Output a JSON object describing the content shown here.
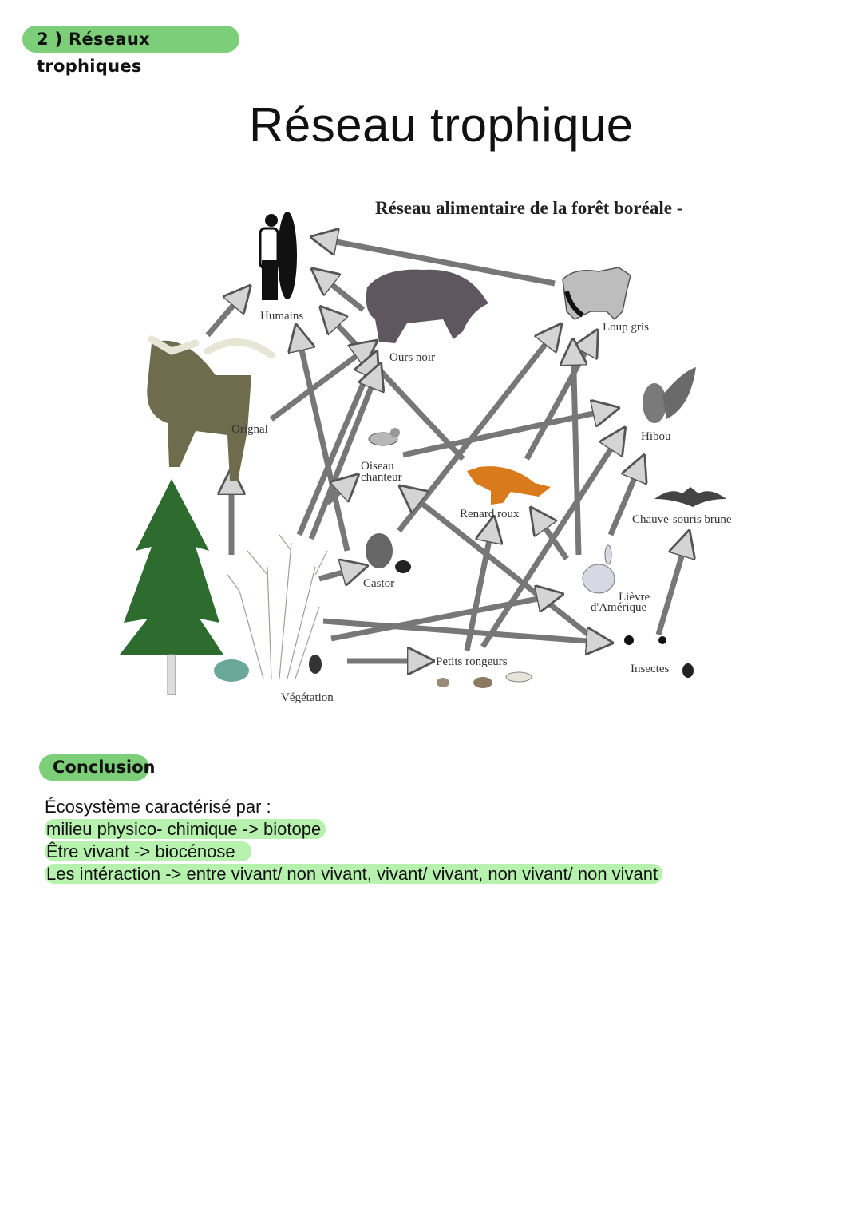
{
  "section": {
    "label": "2 ) Réseaux trophiques"
  },
  "figure": {
    "title": "Réseau trophique",
    "subtitle": "Réseau alimentaire de la forêt boréale -",
    "organisms": {
      "humains": "Humains",
      "ours": "Ours noir",
      "loup": "Loup gris",
      "orignal": "Orignal",
      "hibou": "Hibou",
      "oiseau_1": "Oiseau",
      "oiseau_2": "chanteur",
      "renard": "Renard roux",
      "chauve_souris": "Chauve-souris brune",
      "castor": "Castor",
      "lievre_1": "Lièvre",
      "lievre_2": "d'Amérique",
      "petits_rongeurs": "Petits rongeurs",
      "insectes": "Insectes",
      "vegetation": "Végétation"
    }
  },
  "conclusion": {
    "label": "Conclusion",
    "intro": "Écosystème caractérisé par :",
    "lines": [
      "milieu physico- chimique -> biotope",
      "Être vivant -> biocénose",
      "Les intéraction -> entre vivant/ non vivant, vivant/ vivant, non vivant/ non vivant"
    ]
  },
  "colors": {
    "highlight": "#b6f2ae",
    "pill": "#7ccf78"
  }
}
